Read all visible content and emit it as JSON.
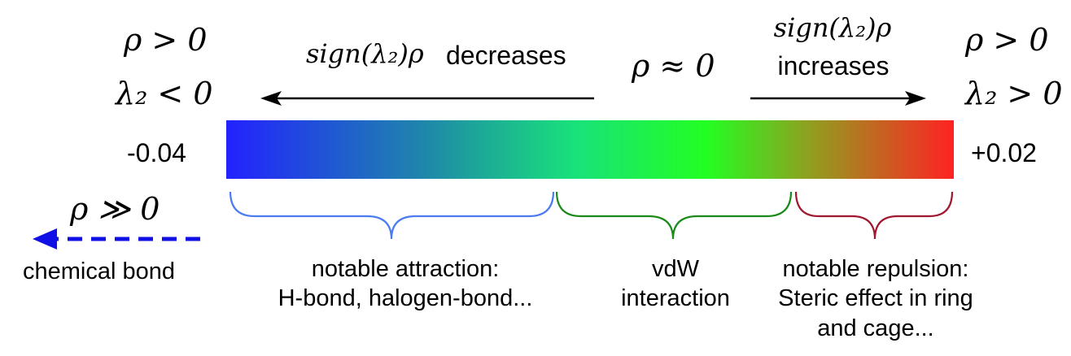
{
  "left_label": {
    "rho_positive": "ρ > 0",
    "lambda2_negative": "λ₂ < 0",
    "value": "-0.04"
  },
  "right_label": {
    "rho_positive": "ρ > 0",
    "lambda2_positive": "λ₂ > 0",
    "value": "+0.02"
  },
  "center_label": "ρ ≈ 0",
  "decreases": {
    "math": "sign(λ₂)ρ",
    "text": "decreases"
  },
  "increases": {
    "math": "sign(λ₂)ρ",
    "text": "increases"
  },
  "chemical_bond": {
    "math": "ρ ≫ 0",
    "text": "chemical bond"
  },
  "regions": [
    {
      "line1": "notable attraction:",
      "line2": "H-bond, halogen-bond...",
      "color": "#4a7bf0"
    },
    {
      "line1": "vdW",
      "line2": "interaction",
      "color": "#1b8a1b"
    },
    {
      "line1": "notable repulsion:",
      "line2": "Steric effect in ring",
      "line3": "and cage...",
      "color": "#a01830"
    }
  ],
  "colors": {
    "gradient": [
      "#2222ff",
      "#1f8aa8",
      "#19e27a",
      "#22ff22",
      "#8fa020",
      "#ff2222"
    ],
    "chemical_bond_arrow": "#1010e6",
    "arrows": "#000000"
  }
}
